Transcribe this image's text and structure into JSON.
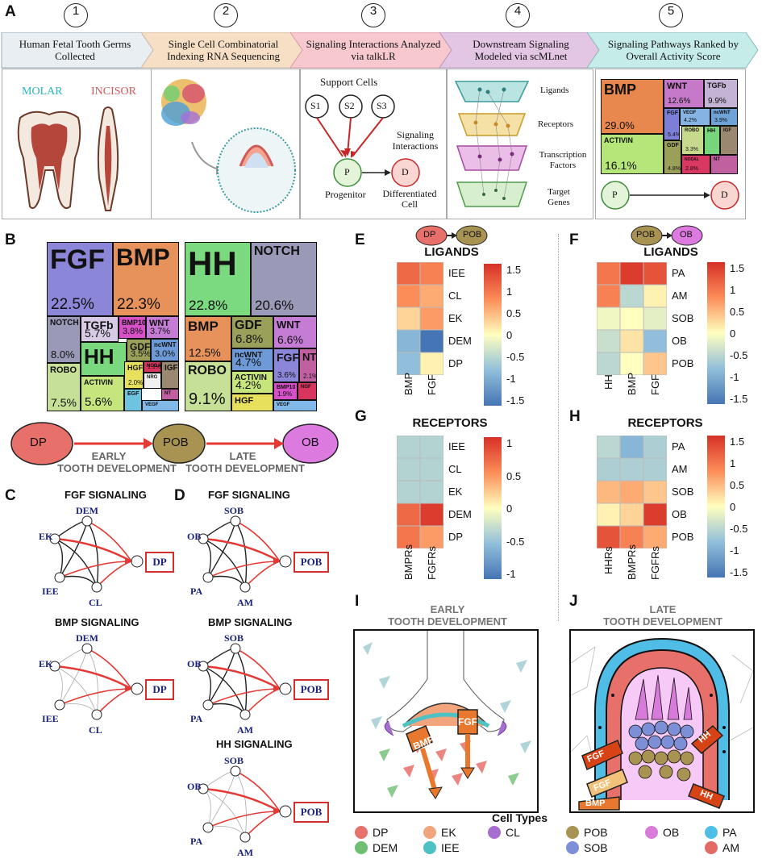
{
  "panels": {
    "A": "A",
    "B": "B",
    "C": "C",
    "D": "D",
    "E": "E",
    "F": "F",
    "G": "G",
    "H": "H",
    "I": "I",
    "J": "J"
  },
  "steps": [
    {
      "num": "1",
      "title": "Human Fetal Tooth Germs Collected",
      "color": "#e8eef2"
    },
    {
      "num": "2",
      "title": "Single Cell Combinatorial Indexing RNA Sequencing",
      "color": "#f6dfc4"
    },
    {
      "num": "3",
      "title": "Signaling Interactions Analyzed via talkLR",
      "color": "#f7c9cf"
    },
    {
      "num": "4",
      "title": "Downstream Signaling Modeled via scMLnet",
      "color": "#e3c6e4"
    },
    {
      "num": "5",
      "title": "Signaling Pathways Ranked by Overall Activity Score",
      "color": "#c6ecea"
    }
  ],
  "panelA1": {
    "molar": "MOLAR",
    "incisor": "INCISOR"
  },
  "panelA3": {
    "support": "Support Cells",
    "s1": "S1",
    "s2": "S2",
    "s3": "S3",
    "sig": "Signaling Interactions",
    "p": "P",
    "d": "D",
    "prog": "Progenitor",
    "diff": "Differentiated Cell"
  },
  "panelA4": {
    "layers": [
      "Ligands",
      "Receptors",
      "Transcription Factors",
      "Target Genes"
    ]
  },
  "panelA5": {
    "cells": [
      {
        "n": "BMP",
        "p": "29.0%",
        "c": "#e8874e"
      },
      {
        "n": "WNT",
        "p": "12.6%",
        "c": "#c678c9"
      },
      {
        "n": "TGFb",
        "p": "9.9%",
        "c": "#c5b3d6"
      },
      {
        "n": "ACTIVIN",
        "p": "16.1%",
        "c": "#b6e57a"
      },
      {
        "n": "FGF",
        "p": "5.4%",
        "c": "#7b7fd8"
      },
      {
        "n": "VEGF",
        "p": "4.2%",
        "c": "#86b4e2"
      },
      {
        "n": "ncWNT",
        "p": "3.9%",
        "c": "#6fa3d8"
      },
      {
        "n": "GDF",
        "p": "4.8%",
        "c": "#9aa05a"
      },
      {
        "n": "ROBO",
        "p": "3.3%",
        "c": "#c7d98c"
      },
      {
        "n": "HH",
        "p": "",
        "c": "#77d57c"
      },
      {
        "n": "IGF",
        "p": "",
        "c": "#9a8870"
      },
      {
        "n": "NODAL",
        "p": "2.8%",
        "c": "#d83862"
      },
      {
        "n": "NT",
        "p": "",
        "c": "#c060a0"
      }
    ],
    "p": "P",
    "d": "D"
  },
  "treemapB1": [
    {
      "n": "FGF",
      "p": "22.5%",
      "c": "#8c86d9"
    },
    {
      "n": "BMP",
      "p": "22.3%",
      "c": "#e7925a"
    },
    {
      "n": "NOTCH",
      "p": "8.0%",
      "c": "#9a9ab8"
    },
    {
      "n": "TGFb",
      "p": "5.7%",
      "c": "#d7cbe6"
    },
    {
      "n": "BMP10",
      "p": "3.8%",
      "c": "#d651c8"
    },
    {
      "n": "WNT",
      "p": "3.7%",
      "c": "#c57cd5"
    },
    {
      "n": "HH",
      "p": "",
      "c": "#7ad97e"
    },
    {
      "n": "GDF",
      "p": "3.5%",
      "c": "#9aa05a"
    },
    {
      "n": "ncWNT",
      "p": "3.0%",
      "c": "#6e9ad8"
    },
    {
      "n": "ROBO",
      "p": "7.5%",
      "c": "#c6e098"
    },
    {
      "n": "ACTIVIN",
      "p": "5.6%",
      "c": "#c7e57d"
    },
    {
      "n": "HGF",
      "p": "2.0%",
      "c": "#e6e05d"
    },
    {
      "n": "NODAL",
      "p": "1.1%",
      "c": "#d8355e"
    },
    {
      "n": "IGF",
      "p": "",
      "c": "#9a8870"
    },
    {
      "n": "NRG",
      "p": "",
      "c": "#f0f0f0"
    },
    {
      "n": "NT",
      "p": "",
      "c": "#c060a0"
    },
    {
      "n": "EGF",
      "p": "",
      "c": "#6ec4e0"
    },
    {
      "n": "VEGF",
      "p": "",
      "c": "#80b8e8"
    }
  ],
  "treemapB2": [
    {
      "n": "HH",
      "p": "22.8%",
      "c": "#7bd97f"
    },
    {
      "n": "NOTCH",
      "p": "20.6%",
      "c": "#9a9ab8"
    },
    {
      "n": "BMP",
      "p": "12.5%",
      "c": "#e7925a"
    },
    {
      "n": "GDF",
      "p": "6.8%",
      "c": "#9aa05a"
    },
    {
      "n": "WNT",
      "p": "6.6%",
      "c": "#c57cd5"
    },
    {
      "n": "ncWNT",
      "p": "4.7%",
      "c": "#6e9ad8"
    },
    {
      "n": "FGF",
      "p": "3.6%",
      "c": "#8c86d9"
    },
    {
      "n": "NT",
      "p": "2.1%",
      "c": "#c060a0"
    },
    {
      "n": "ROBO",
      "p": "9.1%",
      "c": "#c6e098"
    },
    {
      "n": "ACTIVIN",
      "p": "4.2%",
      "c": "#c7e57d"
    },
    {
      "n": "BMP10",
      "p": "1.9%",
      "c": "#d651c8"
    },
    {
      "n": "HGF",
      "p": "",
      "c": "#e6e05d"
    },
    {
      "n": "NGF",
      "p": "",
      "c": "#d8355e"
    },
    {
      "n": "VEGF",
      "p": "",
      "c": "#80b8e8"
    }
  ],
  "devline": {
    "dp": "DP",
    "pob": "POB",
    "ob": "OB",
    "early": "EARLY",
    "tooth1": "TOOTH DEVELOPMENT",
    "late": "LATE",
    "tooth2": "TOOTH DEVELOPMENT"
  },
  "networks": {
    "c1": {
      "title": "FGF SIGNALING",
      "nodes": [
        "DEM",
        "EK",
        "IEE",
        "CL"
      ],
      "target": "DP"
    },
    "c2": {
      "title": "BMP SIGNALING",
      "nodes": [
        "DEM",
        "EK",
        "IEE",
        "CL"
      ],
      "target": "DP"
    },
    "d1": {
      "title": "FGF SIGNALING",
      "nodes": [
        "SOB",
        "OB",
        "PA",
        "AM"
      ],
      "target": "POB"
    },
    "d2": {
      "title": "BMP SIGNALING",
      "nodes": [
        "SOB",
        "OB",
        "PA",
        "AM"
      ],
      "target": "POB"
    },
    "d3": {
      "title": "HH SIGNALING",
      "nodes": [
        "SOB",
        "OB",
        "PA",
        "AM"
      ],
      "target": "POB"
    }
  },
  "heatmaps": {
    "E": {
      "title": "LIGANDS",
      "from": "DP",
      "to": "POB",
      "rows": [
        "IEE",
        "CL",
        "EK",
        "DEM",
        "DP"
      ],
      "cols": [
        "BMP",
        "FGF"
      ],
      "values": [
        [
          1.1,
          0.9
        ],
        [
          0.8,
          0.6
        ],
        [
          0.3,
          0.7
        ],
        [
          -0.9,
          -1.6
        ],
        [
          -0.8,
          0.1
        ]
      ],
      "ticks": [
        "1.5",
        "1",
        "0.5",
        "0",
        "-0.5",
        "-1",
        "-1.5"
      ]
    },
    "F": {
      "title": "LIGANDS",
      "from": "POB",
      "to": "OB",
      "rows": [
        "PA",
        "AM",
        "SOB",
        "OB",
        "POB"
      ],
      "cols": [
        "HH",
        "BMP",
        "FGF"
      ],
      "values": [
        [
          1.0,
          1.5,
          1.3
        ],
        [
          0.9,
          -0.5,
          0.1
        ],
        [
          -0.1,
          0.0,
          -0.2
        ],
        [
          -0.4,
          0.2,
          -0.8
        ],
        [
          -0.5,
          0.0,
          0.4
        ]
      ],
      "ticks": [
        "1.5",
        "1",
        "0.5",
        "0",
        "-0.5",
        "-1",
        "-1.5"
      ]
    },
    "G": {
      "title": "RECEPTORS",
      "rows": [
        "IEE",
        "CL",
        "EK",
        "DEM",
        "DP"
      ],
      "cols": [
        "BMPRs",
        "FGFRs"
      ],
      "values": [
        [
          -0.55,
          -0.55
        ],
        [
          -0.55,
          -0.55
        ],
        [
          -0.55,
          -0.55
        ],
        [
          1.1,
          1.5
        ],
        [
          1.0,
          0.7
        ]
      ],
      "ticks": [
        "1",
        "0.5",
        "0",
        "-0.5",
        "-1"
      ]
    },
    "H": {
      "title": "RECEPTORS",
      "rows": [
        "PA",
        "AM",
        "SOB",
        "OB",
        "POB"
      ],
      "cols": [
        "HHRs",
        "BMPRs",
        "FGFRs"
      ],
      "values": [
        [
          -0.5,
          -0.9,
          -0.6
        ],
        [
          -0.6,
          -0.6,
          -0.6
        ],
        [
          0.5,
          0.6,
          0.4
        ],
        [
          0.1,
          0.3,
          1.5
        ],
        [
          1.3,
          0.9,
          0.6
        ]
      ],
      "ticks": [
        "1.5",
        "1",
        "0.5",
        "0",
        "-0.5",
        "-1",
        "-1.5"
      ]
    }
  },
  "panelI": {
    "title1": "EARLY",
    "title2": "TOOTH DEVELOPMENT",
    "bmp": "BMP",
    "fgf": "FGF"
  },
  "panelJ": {
    "title1": "LATE",
    "title2": "TOOTH DEVELOPMENT",
    "fgf": "FGF",
    "fgf2": "FGF",
    "hh": "HH",
    "hh2": "HH",
    "bmp": "BMP"
  },
  "legend": {
    "title": "Cell Types",
    "items": [
      {
        "n": "DP",
        "c": "#e8706a"
      },
      {
        "n": "EK",
        "c": "#f2a57c"
      },
      {
        "n": "CL",
        "c": "#a66fcf"
      },
      {
        "n": "POB",
        "c": "#a99352"
      },
      {
        "n": "OB",
        "c": "#d77ad9"
      },
      {
        "n": "PA",
        "c": "#4fbde6"
      },
      {
        "n": "DEM",
        "c": "#6fbf72"
      },
      {
        "n": "IEE",
        "c": "#4dc2c4"
      },
      {
        "n": "SOB",
        "c": "#7d8fd6"
      },
      {
        "n": "AM",
        "c": "#e46a66"
      }
    ]
  }
}
